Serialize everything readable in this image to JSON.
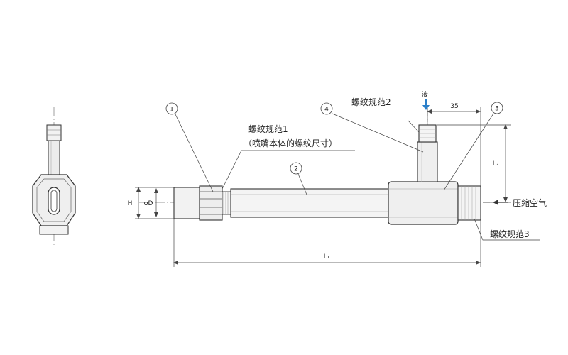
{
  "colors": {
    "line": "#333333",
    "body_fill": "#f2f2f2",
    "body_shade": "#d9d9d9",
    "dim": "#444444",
    "center": "#666666",
    "arrow_liquid": "#2a7fc9"
  },
  "parts": [
    {
      "id": "part-1",
      "number": "1"
    },
    {
      "id": "part-2",
      "number": "2"
    },
    {
      "id": "part-3",
      "number": "3"
    },
    {
      "id": "part-4",
      "number": "4"
    }
  ],
  "labels": {
    "thread_spec_1": "螺纹规范1",
    "thread_spec_1_note": "（喷嘴本体的螺纹尺寸）",
    "thread_spec_2": "螺纹规范2",
    "thread_spec_3": "螺纹规范3",
    "liquid": "液",
    "compressed_air": "压缩空气"
  },
  "dimensions": {
    "dim_35": "35",
    "dim_H": "H",
    "dim_phiD": "φD",
    "dim_L1": "L₁",
    "dim_L2": "L₂"
  }
}
